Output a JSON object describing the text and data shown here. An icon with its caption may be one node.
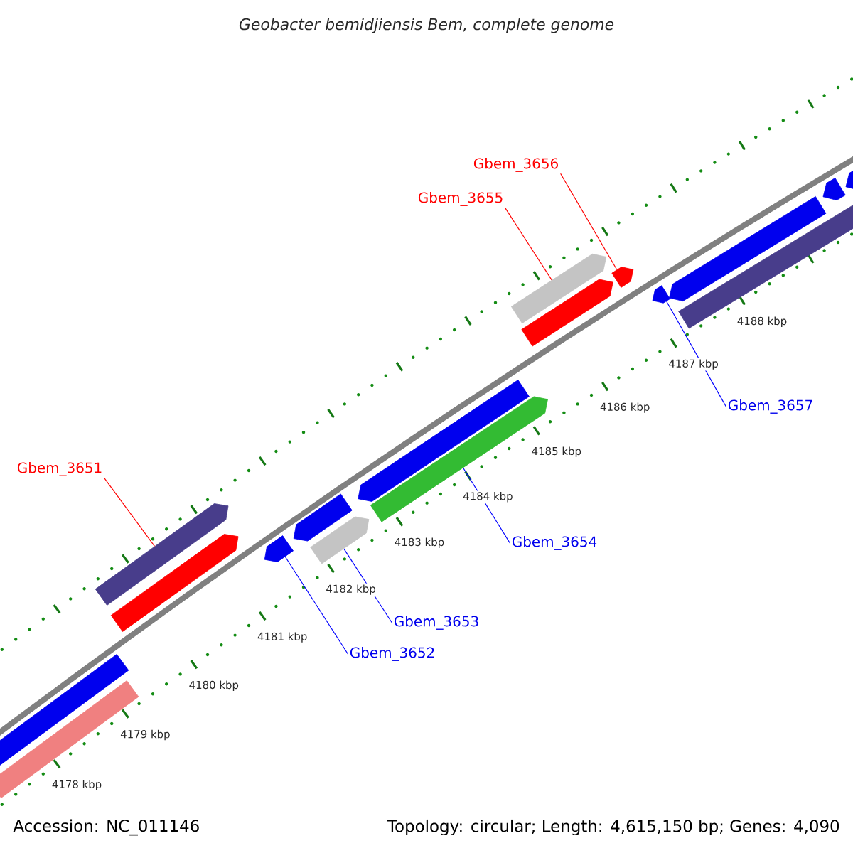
{
  "diagram": {
    "title": "Geobacter bemidjiensis Bem, complete genome",
    "nodes": [
      {
        "text": [
          "Gbem_3656"
        ]
      },
      {
        "text": [
          "Gbem_3655"
        ]
      },
      {
        "text": [
          "Gbem_3651"
        ]
      },
      {
        "text": [
          "Gbem_3657"
        ]
      },
      {
        "text": [
          "Gbem_3654"
        ]
      },
      {
        "text": [
          "Gbem_3653"
        ]
      },
      {
        "text": [
          "Gbem_3652"
        ]
      },
      {
        "text": [],
        "shape": "bar"
      },
      {
        "text": [],
        "shape": "bar"
      },
      {
        "text": [],
        "shape": "bar"
      },
      {
        "text": [],
        "shape": "bar"
      },
      {
        "text": [],
        "shape": "bar"
      },
      {
        "text": [],
        "shape": "bar"
      },
      {
        "text": [],
        "shape": "bar"
      },
      {
        "text": [],
        "shape": "bar"
      },
      {
        "text": [],
        "shape": "bar"
      },
      {
        "text": [],
        "shape": "bar"
      },
      {
        "text": [],
        "shape": "bar"
      },
      {
        "text": [],
        "shape": "bar"
      },
      {
        "text": [],
        "shape": "bar"
      },
      {
        "text": [],
        "shape": "bar"
      },
      {
        "text": [],
        "shape": "bar"
      },
      {
        "text": [],
        "shape": "bar"
      },
      {
        "text": [],
        "shape": "bar"
      }
    ],
    "edges": [
      {
        "from": 0,
        "to": 7,
        "arrow": "none",
        "color": "#ff0000"
      },
      {
        "from": 1,
        "to": 8,
        "arrow": "none",
        "color": "#ff0000"
      },
      {
        "from": 2,
        "to": 9,
        "arrow": "none",
        "color": "#ff0000"
      },
      {
        "from": 3,
        "to": 10,
        "arrow": "none"
      },
      {
        "from": 4,
        "to": 11,
        "arrow": "none"
      },
      {
        "from": 5,
        "to": 12,
        "arrow": "none"
      },
      {
        "from": 6,
        "to": 13,
        "arrow": "none"
      }
    ],
    "labels": [
      "4178 kbp",
      "4179 kbp",
      "4180 kbp",
      "4181 kbp",
      "4182 kbp",
      "4183 kbp",
      "4184 kbp",
      "4185 kbp",
      "4186 kbp",
      "4187 kbp",
      "4188 kbp",
      "Accession: NC_011146",
      "Topology: circular; Length: 4,615,150 bp; Genes: 4,090"
    ]
  }
}
